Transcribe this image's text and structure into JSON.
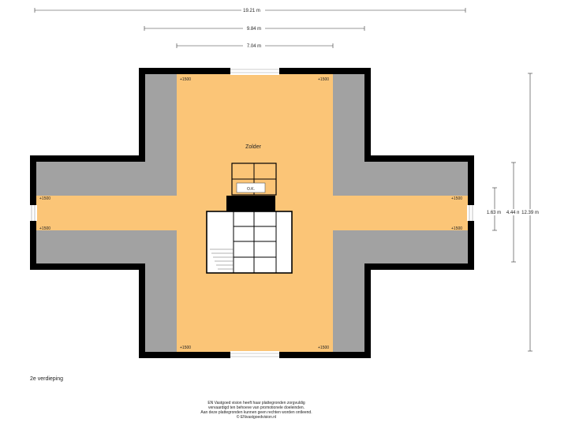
{
  "dimensions": {
    "total_width": "19.21 m",
    "mid_width": "9.84 m",
    "inner_width": "7.04 m",
    "side_small": "1.63 m",
    "side_mid": "4.44 m",
    "side_total": "12.39 m"
  },
  "room": {
    "name": "Zolder"
  },
  "levels": {
    "top_left": "+1500",
    "top_right": "+1500",
    "left_upper": "+1500",
    "left_lower": "+1500",
    "right_upper": "+1500",
    "right_lower": "+1500",
    "bottom_left": "+1500",
    "bottom_right": "+1500"
  },
  "fixture_label": "O.K.",
  "floor_label": "2e verdieping",
  "disclaimer": [
    "EN Vastgoed vision heeft haar plattegronden zorgvuldig",
    "vervaardigd ten behoeve van promotionele doeleinden.",
    "Aan deze plattegronden kunnen geen rechten worden ontleend.",
    "© ENvastgoedvision.nl"
  ],
  "colors": {
    "floor": "#fbc577",
    "slope": "#a2a2a2",
    "wall": "#000000",
    "stair": "#ffffff"
  }
}
